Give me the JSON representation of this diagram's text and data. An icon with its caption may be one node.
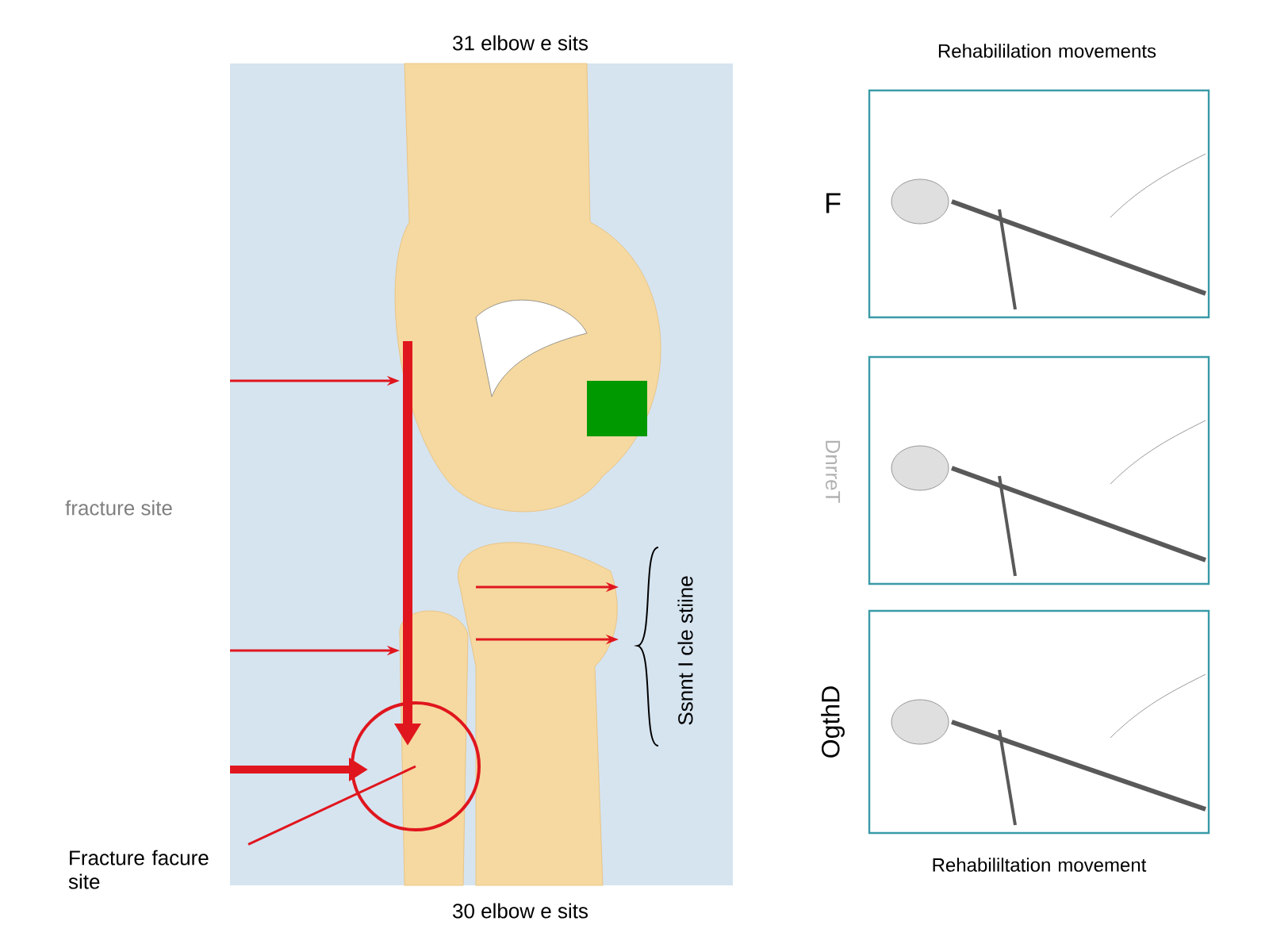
{
  "diagram": {
    "nodes": [
      {
        "text": [
          "Fracture facure site"
        ]
      },
      {
        "text": [],
        "shape": "circle"
      }
    ],
    "edges": [
      {
        "from": 0,
        "to": 1,
        "arrow": "none"
      }
    ],
    "labels": [
      "31 elbow e sits",
      "Rehabililation movements",
      "F",
      "fracture site",
      "DnrreT",
      "Ssnnt I cle stiine",
      "OgthD",
      "Rehabililtation movement",
      "30 elbow e sits"
    ]
  }
}
